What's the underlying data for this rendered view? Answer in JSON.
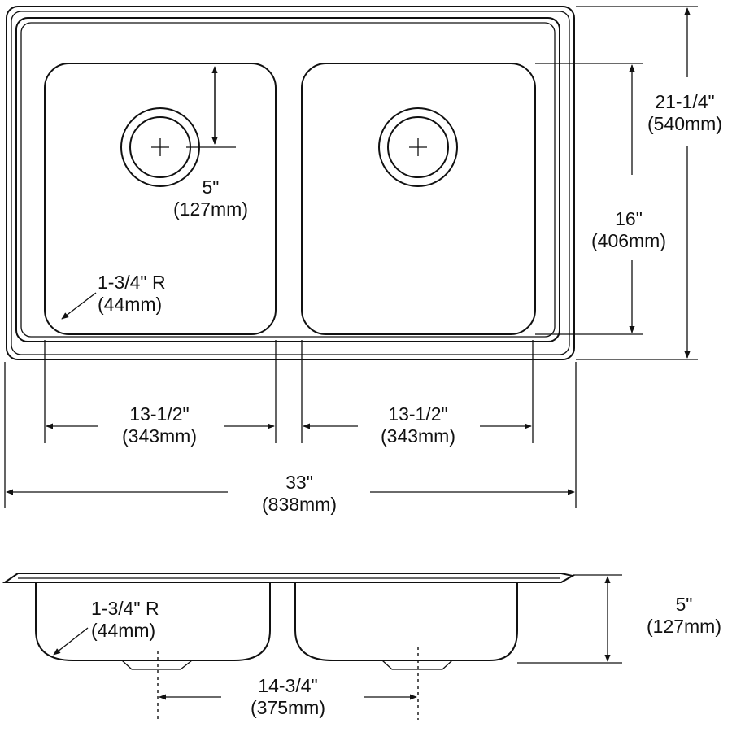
{
  "dimensions": {
    "drain_offset": {
      "imperial": "5\"",
      "metric": "(127mm)"
    },
    "corner_radius_top": {
      "imperial": "1-3/4\" R",
      "metric": "(44mm)"
    },
    "bowl_width_left": {
      "imperial": "13-1/2\"",
      "metric": "(343mm)"
    },
    "bowl_width_right": {
      "imperial": "13-1/2\"",
      "metric": "(343mm)"
    },
    "overall_width": {
      "imperial": "33\"",
      "metric": "(838mm)"
    },
    "overall_depth": {
      "imperial": "21-1/4\"",
      "metric": "(540mm)"
    },
    "bowl_length": {
      "imperial": "16\"",
      "metric": "(406mm)"
    },
    "corner_radius_side": {
      "imperial": "1-3/4\" R",
      "metric": "(44mm)"
    },
    "bowl_depth": {
      "imperial": "5\"",
      "metric": "(127mm)"
    },
    "drain_spacing": {
      "imperial": "14-3/4\"",
      "metric": "(375mm)"
    }
  }
}
